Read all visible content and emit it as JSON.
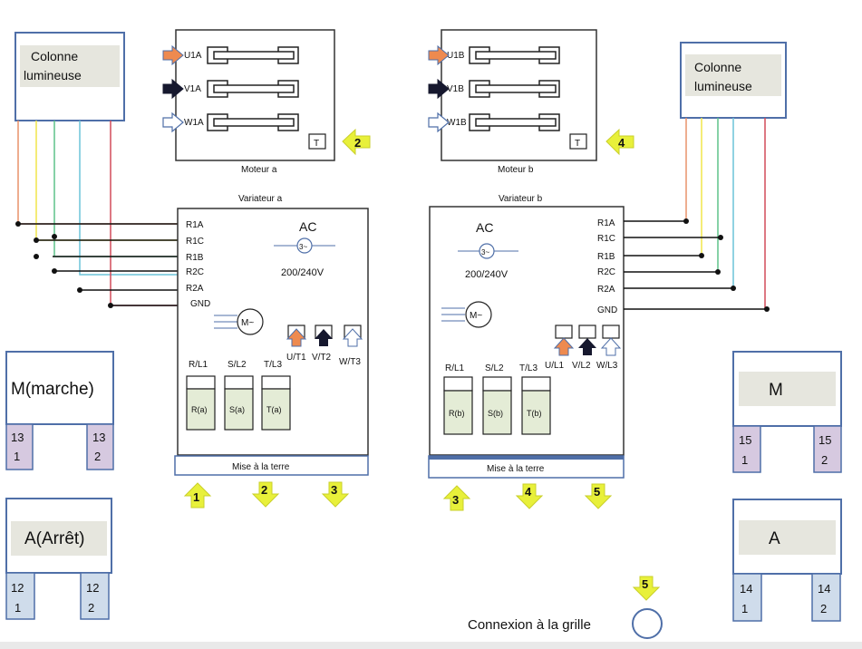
{
  "colonne_a": {
    "label_line1": "Colonne",
    "label_line2": "lumineuse"
  },
  "colonne_b": {
    "label_line1": "Colonne",
    "label_line2": "lumineuse"
  },
  "moteur_a": {
    "title": "Moteur a",
    "terminals": [
      "U1A",
      "V1A",
      "W1A"
    ],
    "thermal_label": "T",
    "marker": "2"
  },
  "moteur_b": {
    "title": "Moteur b",
    "terminals": [
      "U1B",
      "V1B",
      "W1B"
    ],
    "thermal_label": "T",
    "marker": "4"
  },
  "variateur_a": {
    "title": "Variateur a",
    "relays": [
      "R1A",
      "R1C",
      "R1B",
      "R2C",
      "R2A",
      "GND"
    ],
    "ac_label": "AC",
    "ac_symbol": "3~",
    "voltage": "200/240V",
    "motor_symbol": "M~",
    "outputs": [
      "U/T1",
      "V/T2",
      "W/T3"
    ],
    "inputs": [
      "R/L1",
      "S/L2",
      "T/L3"
    ],
    "input_boxes": [
      "R(a)",
      "S(a)",
      "T(a)"
    ],
    "ground": "Mise à la terre",
    "markers": [
      "1",
      "2",
      "3"
    ]
  },
  "variateur_b": {
    "title": "Variateur b",
    "relays": [
      "R1A",
      "R1C",
      "R1B",
      "R2C",
      "R2A",
      "GND"
    ],
    "ac_label": "AC",
    "ac_symbol": "3~",
    "voltage": "200/240V",
    "motor_symbol": "M~",
    "outputs": [
      "U/L1",
      "V/L2",
      "W/L3"
    ],
    "inputs": [
      "R/L1",
      "S/L2",
      "T/L3"
    ],
    "input_boxes": [
      "R(b)",
      "S(b)",
      "T(b)"
    ],
    "ground": "Mise à la terre",
    "markers": [
      "3",
      "4",
      "5"
    ]
  },
  "buttons": {
    "marche_a": {
      "label": "M(marche)",
      "left": [
        "13",
        "1"
      ],
      "right": [
        "13",
        "2"
      ]
    },
    "arret_a": {
      "label": "A(Arrêt)",
      "left": [
        "12",
        "1"
      ],
      "right": [
        "12",
        "2"
      ]
    },
    "marche_b": {
      "label": "M",
      "left": [
        "15",
        "1"
      ],
      "right": [
        "15",
        "2"
      ]
    },
    "arret_b": {
      "label": "A",
      "left": [
        "14",
        "1"
      ],
      "right": [
        "14",
        "2"
      ]
    }
  },
  "grille": {
    "label": "Connexion à la grille",
    "marker": "5"
  },
  "colors": {
    "box_border": "#4f6fa8",
    "label_fill": "#e6e6de",
    "nc_purple": "#d6c9e0",
    "nc_blue": "#cfdceb",
    "input_fill": "#e4ecd6",
    "arrow_yellow": "#e8f03a",
    "arrow_orange": "#ee8a4f",
    "arrow_dark": "#16182e"
  }
}
